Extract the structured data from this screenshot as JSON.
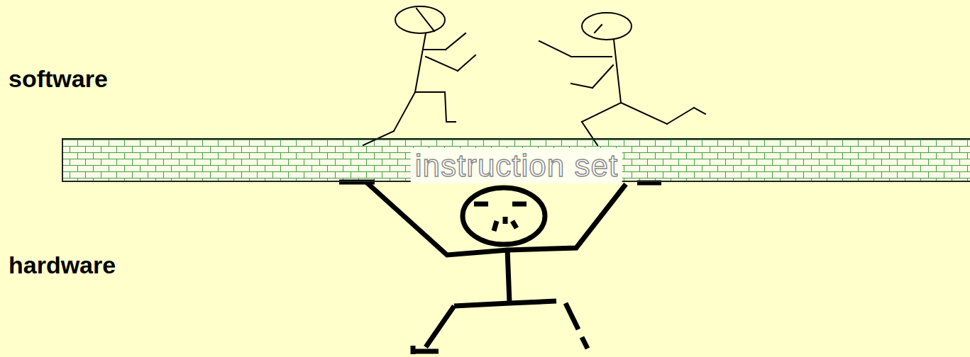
{
  "diagram": {
    "nodes": [
      {
        "text": [
          "instruction set"
        ]
      }
    ],
    "labels": [
      "software",
      "hardware"
    ]
  }
}
